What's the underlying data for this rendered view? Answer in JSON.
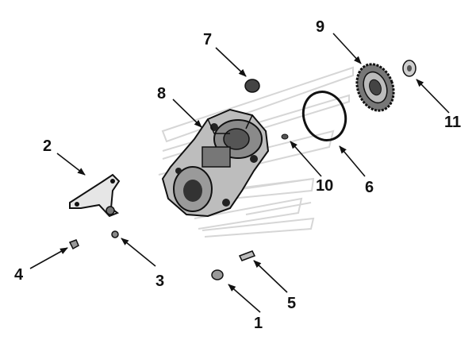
{
  "diagram": {
    "callouts": [
      {
        "id": "1",
        "label": "1",
        "part": "washer"
      },
      {
        "id": "2",
        "label": "2",
        "part": "mounting-bracket"
      },
      {
        "id": "3",
        "label": "3",
        "part": "small-screw"
      },
      {
        "id": "4",
        "label": "4",
        "part": "bolt"
      },
      {
        "id": "5",
        "label": "5",
        "part": "stud-bolt"
      },
      {
        "id": "6",
        "label": "6",
        "part": "o-ring-seal"
      },
      {
        "id": "7",
        "label": "7",
        "part": "cap-nut"
      },
      {
        "id": "8",
        "label": "8",
        "part": "pump-housing"
      },
      {
        "id": "9",
        "label": "9",
        "part": "drive-gear"
      },
      {
        "id": "10",
        "label": "10",
        "part": "dowel-pin"
      },
      {
        "id": "11",
        "label": "11",
        "part": "gear-nut"
      }
    ],
    "colors": {
      "ink": "#111111",
      "shade": "#444444",
      "watermark": "#d8d8d8"
    }
  }
}
